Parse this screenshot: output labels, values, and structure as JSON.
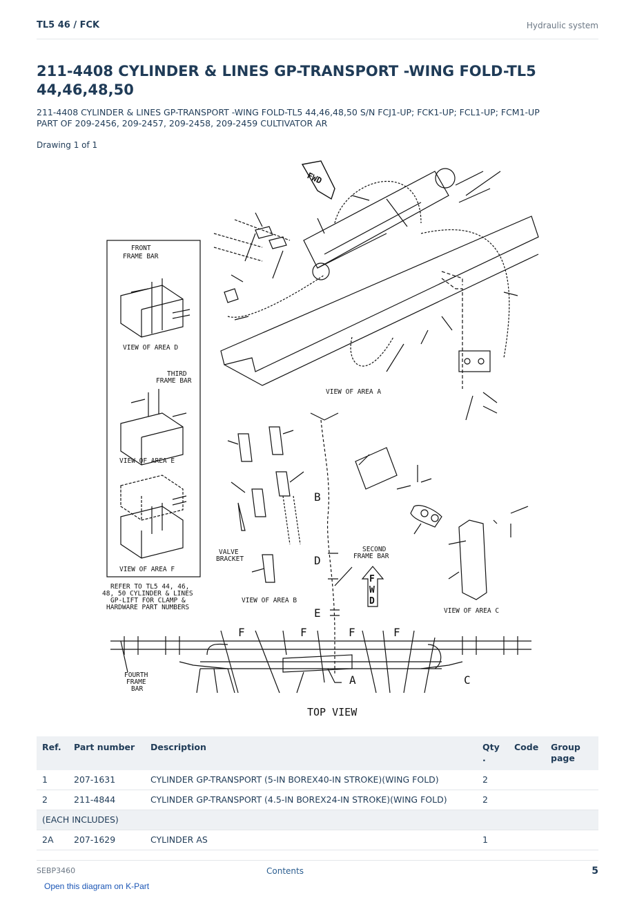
{
  "header": {
    "model": "TL5 46  /  FCK",
    "section": "Hydraulic system"
  },
  "title": "211-4408 CYLINDER & LINES GP-TRANSPORT -WING FOLD-TL5 44,46,48,50",
  "subtitle": {
    "line1": "211-4408 CYLINDER & LINES GP-TRANSPORT -WING FOLD-TL5 44,46,48,50 S/N FCJ1-UP; FCK1-UP; FCL1-UP; FCM1-UP",
    "line2": "PART OF 209-2456, 209-2457, 209-2458, 209-2459 CULTIVATOR AR"
  },
  "drawing_label": "Drawing 1 of 1",
  "diagram": {
    "fwd_top": "FWD",
    "fwd_mid": [
      "F",
      "W",
      "D"
    ],
    "front_frame_bar": [
      "FRONT",
      "FRAME BAR"
    ],
    "view_d": "VIEW OF AREA D",
    "third_frame_bar": [
      "THIRD",
      "FRAME BAR"
    ],
    "view_e": "VIEW OF AREA E",
    "view_f": "VIEW OF AREA F",
    "refer_note": [
      "REFER TO TL5 44, 46,",
      "48, 50 CYLINDER & LINES",
      "GP-LIFT FOR CLAMP &",
      "HARDWARE PART NUMBERS"
    ],
    "view_a": "VIEW OF AREA A",
    "valve_bracket": [
      "VALVE",
      "BRACKET"
    ],
    "view_b": "VIEW OF AREA B",
    "second_frame_bar": [
      "SECOND",
      "FRAME BAR"
    ],
    "view_c": "VIEW OF AREA C",
    "letter_b": "B",
    "letter_d": "D",
    "letter_e": "E",
    "letter_f": "F",
    "letter_a": "A",
    "letter_c": "C",
    "fourth_frame_bar": [
      "FOURTH",
      "FRAME",
      "BAR"
    ],
    "top_view": "TOP VIEW"
  },
  "table": {
    "headers": {
      "ref": "Ref.",
      "part_number": "Part number",
      "description": "Description",
      "qty": [
        "Qty",
        "."
      ],
      "code": "Code",
      "group_page": [
        "Group",
        "page"
      ]
    },
    "rows": [
      {
        "ref": "1",
        "part_number": "207-1631",
        "description": "CYLINDER GP-TRANSPORT (5-IN BOREX40-IN STROKE)(WING FOLD)",
        "qty": "2",
        "code": "",
        "group_page": ""
      },
      {
        "ref": "2",
        "part_number": "211-4844",
        "description": "CYLINDER GP-TRANSPORT (4.5-IN BOREX24-IN STROKE)(WING FOLD)",
        "qty": "2",
        "code": "",
        "group_page": ""
      }
    ],
    "note": "(EACH INCLUDES)",
    "rows2": [
      {
        "ref": "2A",
        "part_number": "207-1629",
        "description": "CYLINDER AS",
        "qty": "1",
        "code": "",
        "group_page": ""
      }
    ]
  },
  "footer": {
    "doc_code": "SEBP3460",
    "contents": "Contents",
    "page_number": "5"
  },
  "link": "Open this diagram on K-Part"
}
